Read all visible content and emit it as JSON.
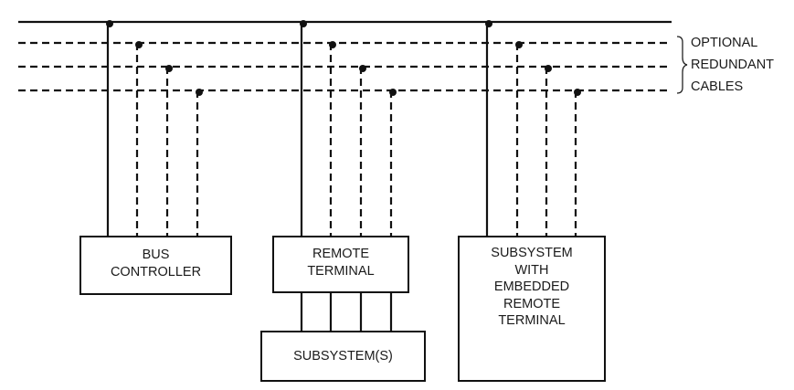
{
  "diagram": {
    "title": "MIL-STD-1553 bus topology",
    "legend": {
      "lines": [
        "OPTIONAL",
        "REDUNDANT",
        "CABLES"
      ],
      "icon": "curly-brace-icon"
    },
    "buses": [
      {
        "name": "primary-bus",
        "style": "solid"
      },
      {
        "name": "redundant-bus-1",
        "style": "dashed"
      },
      {
        "name": "redundant-bus-2",
        "style": "dashed"
      },
      {
        "name": "redundant-bus-3",
        "style": "dashed"
      }
    ],
    "nodes": [
      {
        "id": "bus-controller",
        "lines": [
          "BUS",
          "CONTROLLER"
        ]
      },
      {
        "id": "remote-terminal",
        "lines": [
          "REMOTE",
          "TERMINAL"
        ]
      },
      {
        "id": "subsystems",
        "lines": [
          "SUBSYSTEM(S)"
        ]
      },
      {
        "id": "embedded-rt",
        "lines": [
          "SUBSYSTEM",
          "WITH",
          "EMBEDDED",
          "REMOTE",
          "TERMINAL"
        ]
      }
    ],
    "edges": [
      {
        "from": "bus-controller",
        "to": [
          "primary-bus",
          "redundant-bus-1",
          "redundant-bus-2",
          "redundant-bus-3"
        ]
      },
      {
        "from": "remote-terminal",
        "to": [
          "primary-bus",
          "redundant-bus-1",
          "redundant-bus-2",
          "redundant-bus-3"
        ]
      },
      {
        "from": "embedded-rt",
        "to": [
          "primary-bus",
          "redundant-bus-1",
          "redundant-bus-2",
          "redundant-bus-3"
        ]
      },
      {
        "from": "remote-terminal",
        "to": [
          "subsystems"
        ],
        "count": 4
      }
    ]
  }
}
